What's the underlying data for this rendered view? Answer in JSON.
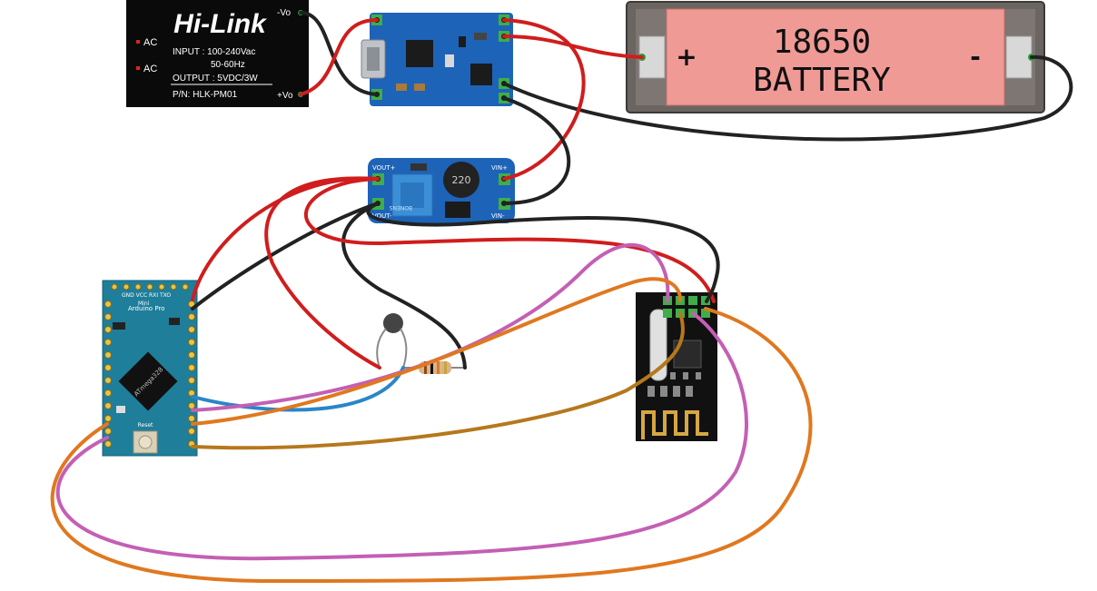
{
  "hilink": {
    "brand": "Hi-Link",
    "ac1": "AC",
    "ac2": "AC",
    "input": "INPUT : 100-240Vac",
    "freq": "50-60Hz",
    "output": "OUTPUT : 5VDC/3W",
    "pn": "P/N: HLK-PM01",
    "neg": "-Vo",
    "pos": "+Vo"
  },
  "battery": {
    "line1": "18650",
    "line2": "BATTERY",
    "plus": "+",
    "minus": "-"
  },
  "boost": {
    "vout_plus": "VOUT+",
    "vout_minus": "VOUT-",
    "vin_plus": "VIN+",
    "vin_minus": "VIN-",
    "inductor": "220",
    "pot_text": "BONENS"
  },
  "arduino": {
    "name_line1": "Arduino Pro",
    "name_line2": "Mini",
    "chip": "ATmega328",
    "reset": "Reset",
    "pin_labels": "GND VCC RXI TXO"
  },
  "colors": {
    "red_wire": "#d01d1d",
    "black_wire": "#222222",
    "blue_wire": "#2a86c8",
    "pink_wire": "#c45fb4",
    "orange_wire": "#e0781f",
    "brown_wire": "#b5781c",
    "board_blue": "#1d63b8",
    "arduino_teal": "#1f7e9a",
    "battery_pink": "#f09a96"
  }
}
